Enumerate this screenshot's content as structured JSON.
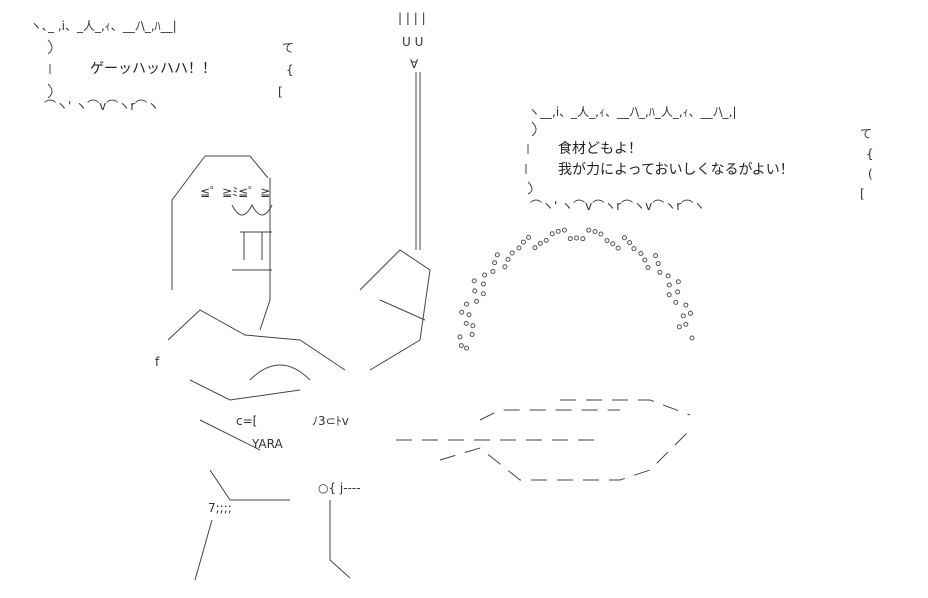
{
  "bubble_left": {
    "top_edge": "ヽ､_ ,i、_人_,ｨ、__ﾉ\\_,ﾊ__|",
    "right_edge": [
      "て",
      "{",
      "["
    ],
    "text": "ゲーッハッハハ！！",
    "bottom_edge": "⌒ヽ'  ヽ⌒v⌒ヽr⌒ヽ"
  },
  "bubble_right": {
    "top_edge": "ヽ__,i、_人_,ｨ、__ﾉ\\_,ﾊ_人_,ｨ、__ﾉ\\_,|",
    "right_edge": [
      "て",
      "{",
      "(",
      "["
    ],
    "line1": "食材どもよ！",
    "line2": "我が力によっておいしくなるがよい！",
    "bottom_edge": "⌒ヽ'  ヽ⌒v⌒ヽr⌒ヽv⌒ヽr⌒ヽ"
  },
  "fork_top": "| | | |",
  "fork_mid": "U U",
  "fork_base": "∀",
  "figure": {
    "eyes": "≦゜≧ﾐ≦゜≧",
    "apron_text": "YARA",
    "hand_left": "c=[",
    "hand_mark": "ﾉ3⊂ﾄv",
    "shorts": "7;;;;",
    "f_mark": "f",
    "ring": "○{  j----"
  }
}
